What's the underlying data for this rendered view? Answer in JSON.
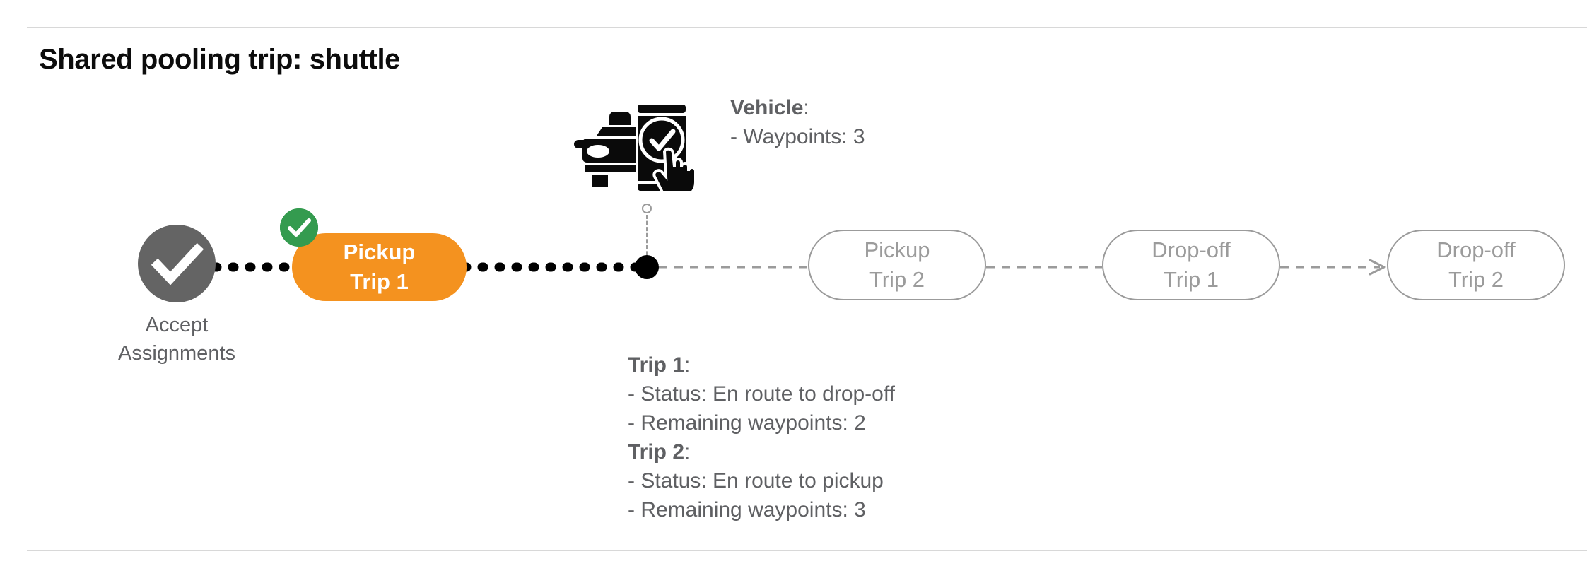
{
  "page": {
    "title": "Shared pooling trip: shuttle"
  },
  "colors": {
    "active_pill": "#F4921F",
    "completed_badge": "#349B4F",
    "accept_node": "#646464",
    "pending_outline": "#9b9b9b",
    "muted_text": "#5f6063",
    "divider": "#d8d8d8",
    "vehicle_marker": "#000000"
  },
  "vehicle": {
    "icon": "car-phone-check-icon",
    "heading": "Vehicle",
    "heading_colon": ":",
    "waypoints_line": "- Waypoints: 3",
    "waypoints": 3
  },
  "timeline": {
    "accept": {
      "icon": "check-circle-icon",
      "label_line1": "Accept",
      "label_line2": "Assignments"
    },
    "nodes": [
      {
        "id": "pickup-trip-1",
        "line1": "Pickup",
        "line2": "Trip 1",
        "state": "active",
        "badge": "check-badge-icon"
      },
      {
        "id": "pickup-trip-2",
        "line1": "Pickup",
        "line2": "Trip 2",
        "state": "pending"
      },
      {
        "id": "dropoff-trip-1",
        "line1": "Drop-off",
        "line2": "Trip 1",
        "state": "pending"
      },
      {
        "id": "dropoff-trip-2",
        "line1": "Drop-off",
        "line2": "Trip 2",
        "state": "pending"
      }
    ],
    "vehicle_position_marker": "vehicle-position-dot"
  },
  "trip_details": [
    {
      "heading": "Trip 1",
      "heading_colon": ":",
      "status_line": "- Status:  En route to drop-off",
      "waypoints_line": "- Remaining waypoints: 2",
      "status": "En route to drop-off",
      "remaining_waypoints": 2
    },
    {
      "heading": "Trip 2",
      "heading_colon": ":",
      "status_line": "- Status:  En route to pickup",
      "waypoints_line": "- Remaining waypoints: 3",
      "status": "En route to pickup",
      "remaining_waypoints": 3
    }
  ]
}
